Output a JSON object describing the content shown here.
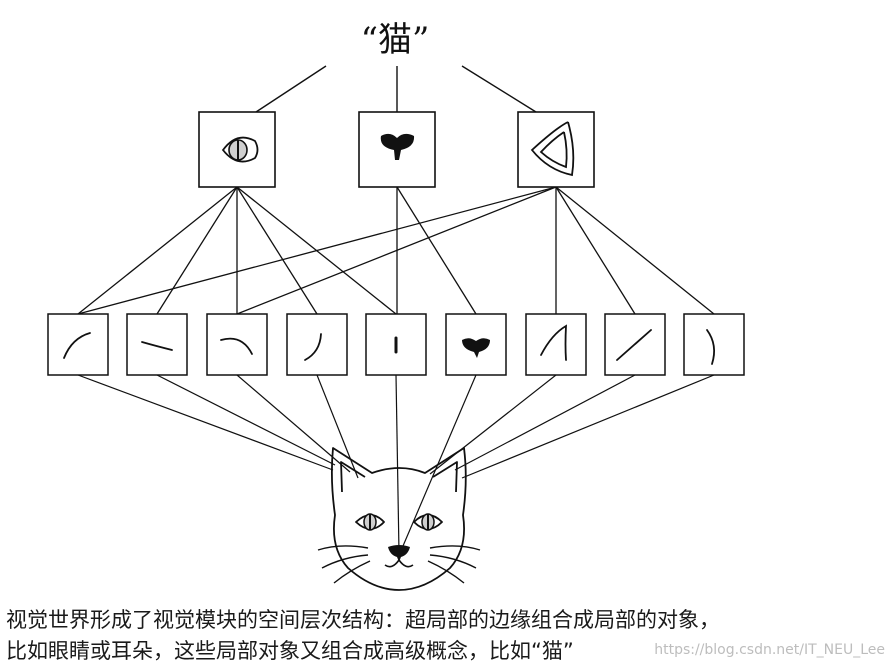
{
  "title": "“猫”",
  "nodes": {
    "parts": [
      {
        "name": "eye-part"
      },
      {
        "name": "nose-part"
      },
      {
        "name": "ear-part"
      }
    ],
    "edges": [
      {
        "name": "edge-arc"
      },
      {
        "name": "edge-tilde"
      },
      {
        "name": "edge-curve"
      },
      {
        "name": "edge-hook"
      },
      {
        "name": "edge-pupil"
      },
      {
        "name": "edge-nose-blob"
      },
      {
        "name": "edge-ear-tip"
      },
      {
        "name": "edge-diagonal"
      },
      {
        "name": "edge-bracket"
      }
    ]
  },
  "caption": {
    "line1": "视觉世界形成了视觉模块的空间层次结构：超局部的边缘组合成局部的对象，",
    "line2": "比如眼睛或耳朵，这些局部对象又组合成高级概念，比如“猫”"
  },
  "watermark": "https://blog.csdn.net/IT_NEU_Lee"
}
